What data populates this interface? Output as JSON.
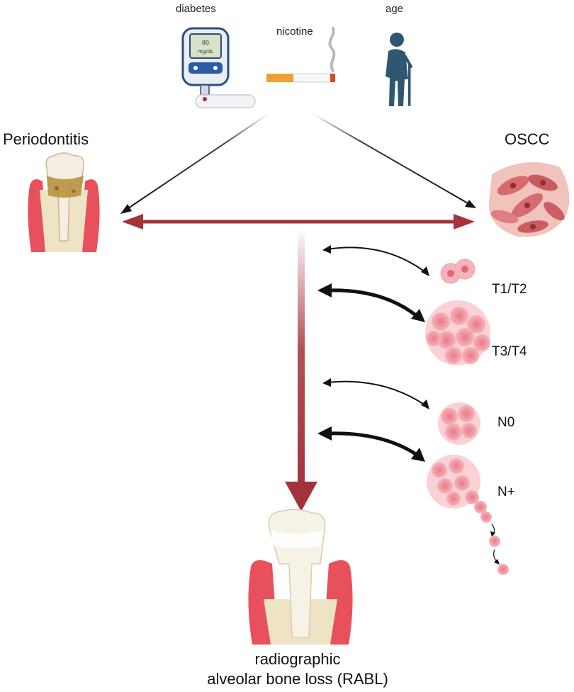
{
  "risk_factors": {
    "diabetes": "diabetes",
    "nicotine": "nicotine",
    "age": "age",
    "meter_value": "80",
    "meter_unit": "mg/dL"
  },
  "conditions": {
    "periodontitis": "Periodontitis",
    "oscc": "OSCC"
  },
  "stages": {
    "t1t2": "T1/T2",
    "t3t4": "T3/T4",
    "n0": "N0",
    "nplus": "N+"
  },
  "outcome": {
    "line1": "radiographic",
    "line2": "alveolar bone loss (RABL)"
  },
  "colors": {
    "main_arrow": "#a3323b",
    "black_arrow": "#111111",
    "cell_pink": "#f2a1aa",
    "gum_red": "#e8505b",
    "bone": "#efe3c6",
    "person": "#2f5770"
  },
  "icons": {
    "glucose_meter": "glucometer-icon",
    "cigarette": "cigarette-icon",
    "elderly_person": "elderly-person-icon",
    "diseased_tooth": "diseased-tooth-icon",
    "tumor_tissue": "tumor-tissue-icon",
    "healthy_tooth": "tooth-bone-loss-icon"
  }
}
